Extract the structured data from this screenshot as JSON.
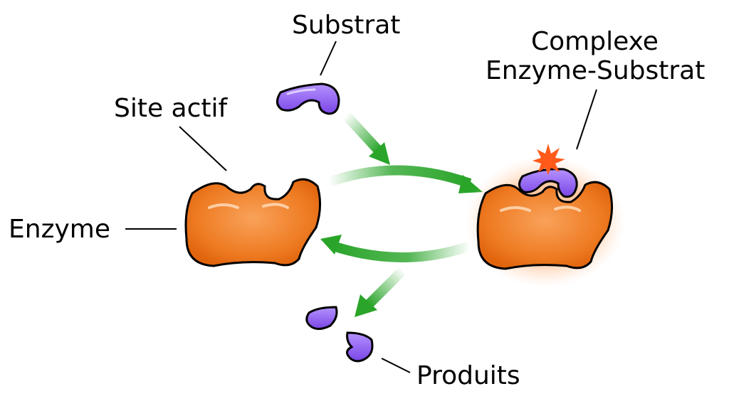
{
  "labels": {
    "substrate": "Substrat",
    "complex_line1": "Complexe",
    "complex_line2": "Enzyme-Substrat",
    "active_site": "Site actif",
    "enzyme": "Enzyme",
    "products": "Produits"
  },
  "colors": {
    "enzyme_light": "#f9a25a",
    "enzyme_dark": "#e0640c",
    "substrate": "#9b6cf0",
    "substrate_dark": "#6a38d6",
    "arrow_green": "#2aa52a",
    "spark": "#ff5a1a"
  },
  "icons": {
    "enzyme": "enzyme-shape-icon",
    "complex": "enzyme-substrate-complex-icon",
    "substrate": "substrate-molecule-icon",
    "products": "product-molecule-icon",
    "reaction_spark": "reaction-spark-icon"
  }
}
